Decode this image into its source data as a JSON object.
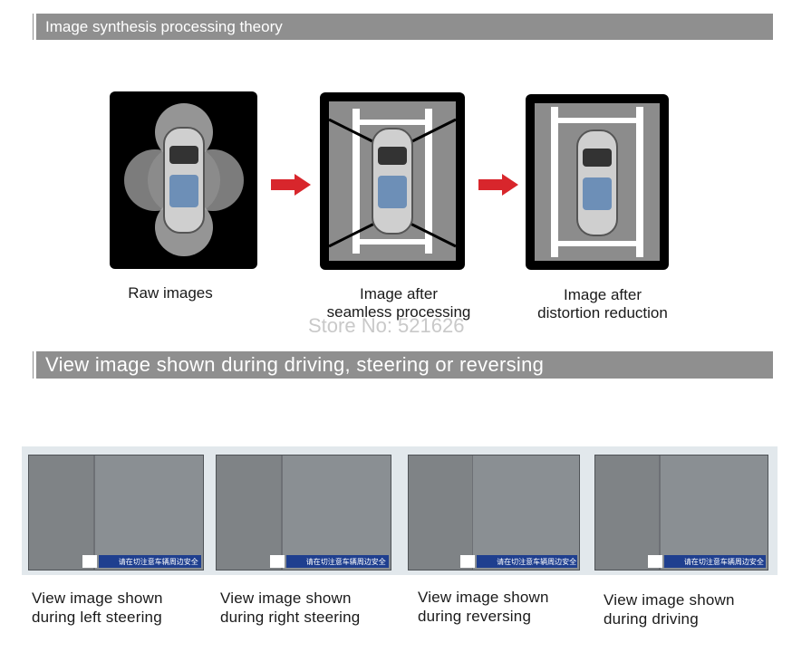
{
  "section1": {
    "title": "Image synthesis processing theory"
  },
  "section2": {
    "title": "View image shown during driving, steering or reversing"
  },
  "stages": [
    {
      "caption_line1": "Raw images",
      "caption_line2": ""
    },
    {
      "caption_line1": "Image after",
      "caption_line2": "seamless processing"
    },
    {
      "caption_line1": "Image after",
      "caption_line2": "distortion reduction"
    }
  ],
  "watermark": "Store No: 521626",
  "views": [
    {
      "line1": "View image shown",
      "line2": "during left steering"
    },
    {
      "line1": "View image shown",
      "line2": "during right steering"
    },
    {
      "line1": "View image shown",
      "line2": "during reversing"
    },
    {
      "line1": "View image shown",
      "line2": "during driving"
    }
  ],
  "panel_label": "请在切注意车辆周边安全",
  "colors": {
    "banner": "#8f8f8f",
    "arrow": "#d8262c",
    "panel_label": "#1f3f8f"
  }
}
